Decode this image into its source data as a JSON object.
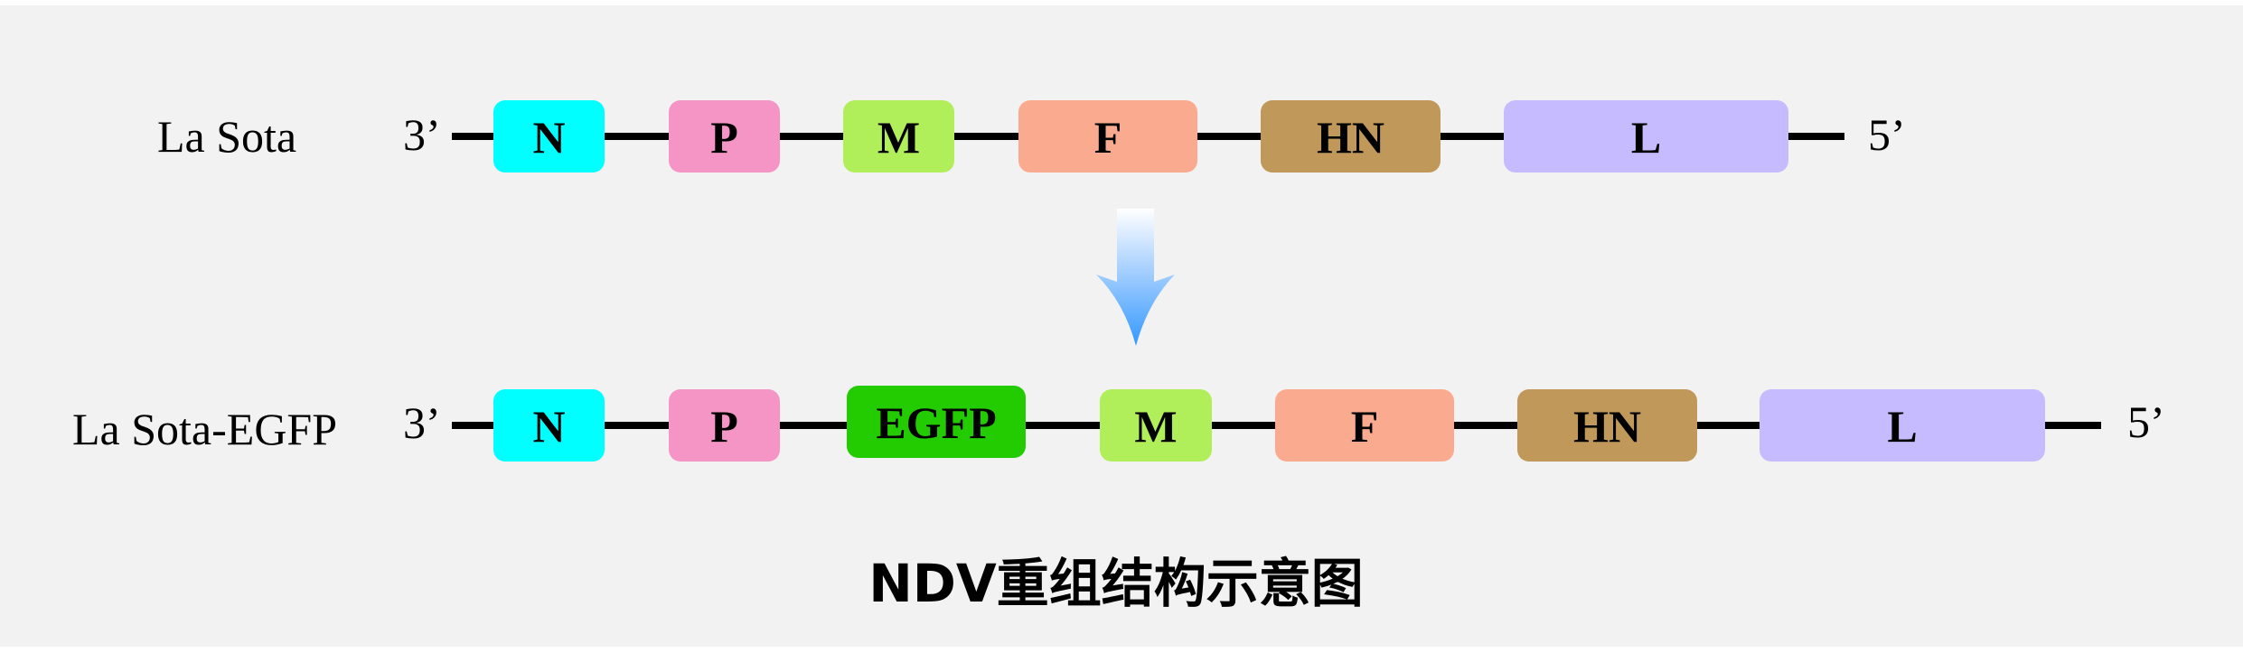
{
  "diagram": {
    "title": "NDV重组结构示意图",
    "arrow": {
      "icon": "down-arrow-icon",
      "gradient": [
        "#ffffff",
        "#a6cfff",
        "#3399ff"
      ]
    },
    "constructs": [
      {
        "name": "La Sota",
        "end_3": "3’",
        "end_5": "5’",
        "genes": [
          {
            "label": "N",
            "color": "#00ffff"
          },
          {
            "label": "P",
            "color": "#f495c5"
          },
          {
            "label": "M",
            "color": "#b0ee5a"
          },
          {
            "label": "F",
            "color": "#faab8f"
          },
          {
            "label": "HN",
            "color": "#bf985a"
          },
          {
            "label": "L",
            "color": "#c7bbff"
          }
        ]
      },
      {
        "name": "La Sota-EGFP",
        "end_3": "3’",
        "end_5": "5’",
        "genes": [
          {
            "label": "N",
            "color": "#00ffff"
          },
          {
            "label": "P",
            "color": "#f495c5"
          },
          {
            "label": "EGFP",
            "color": "#22cc00"
          },
          {
            "label": "M",
            "color": "#b0ee5a"
          },
          {
            "label": "F",
            "color": "#faab8f"
          },
          {
            "label": "HN",
            "color": "#bf985a"
          },
          {
            "label": "L",
            "color": "#c7bbff"
          }
        ]
      }
    ]
  }
}
